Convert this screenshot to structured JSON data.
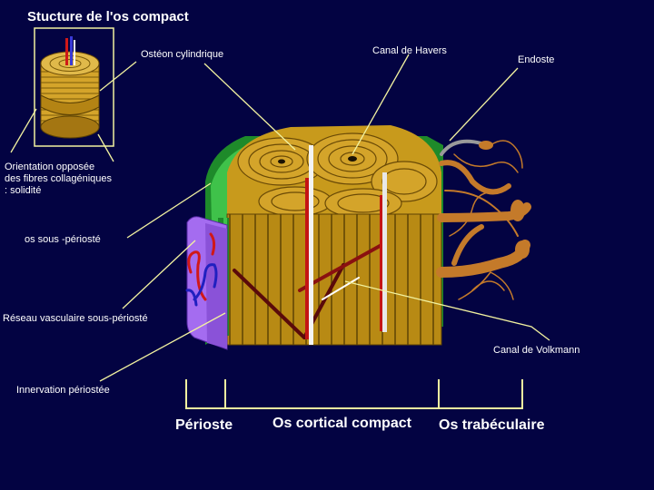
{
  "title": "Stucture  de  l'os compact",
  "labels": {
    "osteon": "Ostéon cylindrique",
    "havers": "Canal de Havers",
    "endoste": "Endoste",
    "orientation_1": "Orientation opposée",
    "orientation_2": "des fibres collagéniques",
    "orientation_3": ": solidité",
    "sous_perioste": "os sous -périosté",
    "reseau": "Réseau vasculaire sous-périosté",
    "volkmann": "Canal de Volkmann",
    "innervation": "Innervation périostée"
  },
  "regions": {
    "perioste": "Périoste",
    "cortical": "Os cortical compact",
    "trabeculaire": "Os trabéculaire"
  },
  "colors": {
    "background": "#030342",
    "bone_gold": "#c89a1c",
    "bone_light": "#e0b94a",
    "bone_dark": "#7a5a08",
    "perioste_green": "#1e8a2a",
    "perioste_light": "#3fc24a",
    "periosteum_purple": "#a46cf0",
    "vessel_red": "#d01818",
    "trabecular": "#c47a2a",
    "pointer": "#f2f2a0"
  }
}
